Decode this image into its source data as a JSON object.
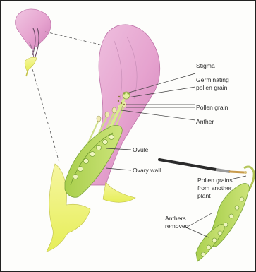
{
  "labels": {
    "stigma": "Stigma",
    "germinating_line1": "Germinating",
    "germinating_line2": "pollen grain",
    "pollen_grain": "Pollen grain",
    "anther": "Anther",
    "ovule": "Ovule",
    "ovary_wall": "Ovary wall",
    "pollen_other_line1": "Pollen grains",
    "pollen_other_line2": "from another",
    "pollen_other_line3": "plant",
    "anthers_removed_line1": "Anthers",
    "anthers_removed_line2": "removed"
  },
  "colors": {
    "petal_pink": "#e6a9cf",
    "petal_shadow": "#c77bb0",
    "sepal_yellow": "#eaf06a",
    "ovary_green": "#b9d95a",
    "ovule_green": "#e9f2b0",
    "line": "#3a3a3a"
  }
}
